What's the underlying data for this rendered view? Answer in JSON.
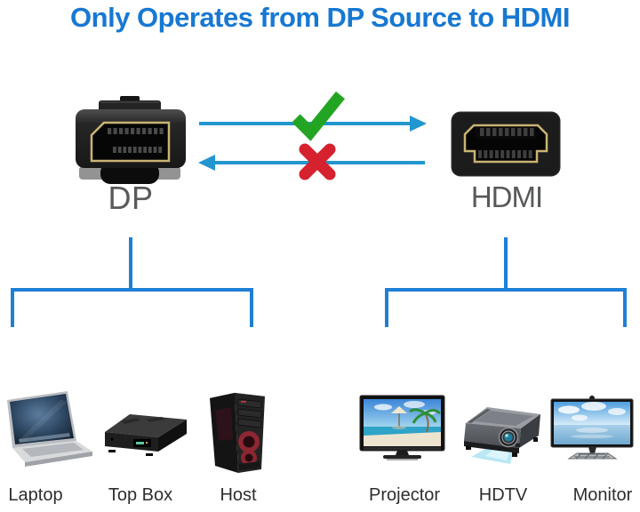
{
  "title": "Only Operates from DP Source to HDMI",
  "source": {
    "connector_label": "DP",
    "devices": [
      {
        "label": "Laptop",
        "icon": "laptop-icon"
      },
      {
        "label": "Top Box",
        "icon": "set-top-box-icon"
      },
      {
        "label": "Host",
        "icon": "pc-tower-icon"
      }
    ]
  },
  "target": {
    "connector_label": "HDMI",
    "devices": [
      {
        "label": "Projector",
        "icon": "tv-screen-icon"
      },
      {
        "label": "HDTV",
        "icon": "projector-device-icon"
      },
      {
        "label": "Monitor",
        "icon": "monitor-icon"
      }
    ]
  },
  "icons": {
    "allowed": "check-icon",
    "blocked": "cross-icon",
    "forward": "arrow-right-icon",
    "reverse": "arrow-left-icon"
  },
  "colors": {
    "title_blue": "#1778d2",
    "arrow_cyan": "#2196cf",
    "bracket_blue": "#1e7fd6",
    "check_green": "#23a523",
    "cross_red": "#d6212e",
    "connector_gold": "#c9b472",
    "connector_label_gray": "#58595b",
    "device_label_gray": "#2e2e2e"
  }
}
